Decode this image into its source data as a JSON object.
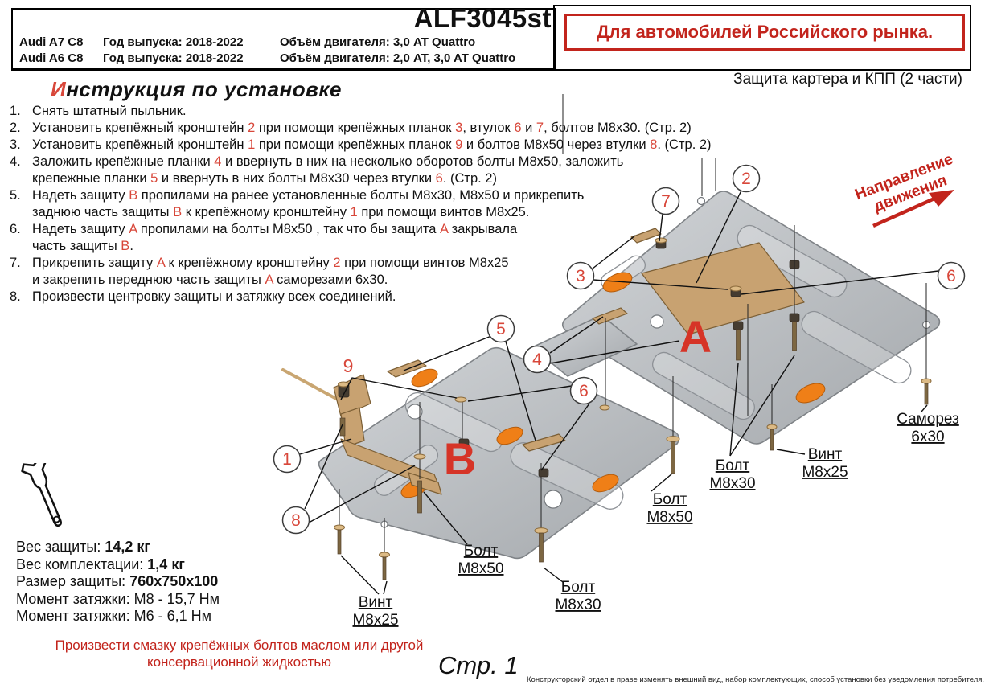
{
  "colors": {
    "accent": "#c2241c",
    "softred": "#d8473a",
    "plate": "#b9bdc1",
    "bracket": "#c8a271",
    "orange": "#ef7f17"
  },
  "header": {
    "product_code": "ALF3045st",
    "market_notice": "Для автомобилей Российского рынка.",
    "product_title": "Защита картера и КПП (2 части)",
    "vehicles": [
      {
        "model": "Audi A7 C8",
        "year_label": "Год выпуска: 2018-2022",
        "engine_label": "Объём двигателя: 3,0 AT Quattro"
      },
      {
        "model": "Audi A6 C8",
        "year_label": "Год выпуска: 2018-2022",
        "engine_label": "Объём двигателя: 2,0 AT, 3,0 AT Quattro"
      }
    ]
  },
  "instructions": {
    "title_first_letter": "И",
    "title_rest": "нструкция по установке",
    "items": [
      {
        "num": "1.",
        "lines": [
          [
            {
              "t": "Снять штатный пыльник."
            }
          ]
        ]
      },
      {
        "num": "2.",
        "lines": [
          [
            {
              "t": "Установить крепёжный кронштейн "
            },
            {
              "t": "2",
              "r": 1
            },
            {
              "t": " при помощи крепёжных планок "
            },
            {
              "t": "3",
              "r": 1
            },
            {
              "t": ", втулок "
            },
            {
              "t": "6",
              "r": 1
            },
            {
              "t": " и "
            },
            {
              "t": "7",
              "r": 1
            },
            {
              "t": ", болтов М8х30. (Стр. 2)"
            }
          ]
        ]
      },
      {
        "num": "3.",
        "lines": [
          [
            {
              "t": "Установить крепёжный кронштейн "
            },
            {
              "t": "1",
              "r": 1
            },
            {
              "t": " при помощи крепёжных планок "
            },
            {
              "t": "9",
              "r": 1
            },
            {
              "t": " и болтов М8х50 через втулки "
            },
            {
              "t": "8",
              "r": 1
            },
            {
              "t": ". (Стр. 2)"
            }
          ]
        ]
      },
      {
        "num": "4.",
        "lines": [
          [
            {
              "t": "Заложить крепёжные планки "
            },
            {
              "t": "4",
              "r": 1
            },
            {
              "t": " и ввернуть в них на несколько оборотов болты М8х50, заложить"
            }
          ],
          [
            {
              "t": "крепежные планки "
            },
            {
              "t": "5",
              "r": 1
            },
            {
              "t": " и ввернуть в них болты М8х30 через втулки "
            },
            {
              "t": "6",
              "r": 1
            },
            {
              "t": ". (Стр. 2)"
            }
          ]
        ]
      },
      {
        "num": "5.",
        "lines": [
          [
            {
              "t": "Надеть защиту "
            },
            {
              "t": "B",
              "r": 1
            },
            {
              "t": " пропилами на ранее установленные болты М8х30, М8х50 и прикрепить"
            }
          ],
          [
            {
              "t": "заднюю часть защиты "
            },
            {
              "t": "B",
              "r": 1
            },
            {
              "t": " к крепёжному кронштейну "
            },
            {
              "t": "1",
              "r": 1
            },
            {
              "t": " при помощи винтов М8х25."
            }
          ]
        ]
      },
      {
        "num": "6.",
        "lines": [
          [
            {
              "t": "Надеть защиту "
            },
            {
              "t": "A",
              "r": 1
            },
            {
              "t": " пропилами на болты М8х50 , так что бы защита "
            },
            {
              "t": "A",
              "r": 1
            },
            {
              "t": " закрывала"
            }
          ],
          [
            {
              "t": "часть защиты "
            },
            {
              "t": "B",
              "r": 1
            },
            {
              "t": "."
            }
          ]
        ]
      },
      {
        "num": "7.",
        "lines": [
          [
            {
              "t": "Прикрепить защиту "
            },
            {
              "t": "A",
              "r": 1
            },
            {
              "t": " к крепёжному кронштейну "
            },
            {
              "t": "2",
              "r": 1
            },
            {
              "t": " при помощи винтов М8х25"
            }
          ],
          [
            {
              "t": "и закрепить переднюю часть защиты "
            },
            {
              "t": "A",
              "r": 1
            },
            {
              "t": " саморезами 6х30."
            }
          ]
        ]
      },
      {
        "num": "8.",
        "lines": [
          [
            {
              "t": "Произвести центровку защиты и затяжку всех соединений."
            }
          ]
        ]
      }
    ]
  },
  "diagram": {
    "direction": {
      "line1": "Направление",
      "line2": "движения"
    },
    "part_labels": {
      "a": "A",
      "b": "B"
    },
    "callouts": {
      "c1": "1",
      "c2": "2",
      "c3": "3",
      "c4": "4",
      "c5": "5",
      "c6": "6",
      "c7": "7",
      "c8": "8",
      "c9": "9"
    },
    "fasteners": {
      "bolt_m8x50_right": {
        "l1": "Болт",
        "l2": "М8х50"
      },
      "bolt_m8x30_right": {
        "l1": "Болт",
        "l2": "М8х30"
      },
      "vint_m8x25_right": {
        "l1": "Винт",
        "l2": "М8х25"
      },
      "samorez_6x30": {
        "l1": "Саморез",
        "l2": "6х30"
      },
      "bolt_m8x50_center": {
        "l1": "Болт",
        "l2": "М8х50"
      },
      "vint_m8x25_left": {
        "l1": "Винт",
        "l2": "М8х25"
      },
      "bolt_m8x30_bottom": {
        "l1": "Болт",
        "l2": "М8х30"
      }
    }
  },
  "specs": {
    "rows": [
      {
        "segments": [
          {
            "t": "Вес защиты: "
          },
          {
            "t": "14,2 кг",
            "b": 1
          }
        ]
      },
      {
        "segments": [
          {
            "t": "Вес комплектации: "
          },
          {
            "t": "1,4 кг",
            "b": 1
          }
        ]
      },
      {
        "segments": [
          {
            "t": "Размер защиты: "
          },
          {
            "t": "760х750х100",
            "b": 1
          }
        ]
      },
      {
        "segments": [
          {
            "t": "Момент затяжки:  М8 - 15,7 Нм"
          }
        ]
      },
      {
        "segments": [
          {
            "t": "Момент затяжки:  М6 - 6,1 Нм"
          }
        ]
      }
    ]
  },
  "lubrication_note": {
    "line1": "Произвести смазку крепёжных болтов маслом или другой",
    "line2": "консервационной жидкостью"
  },
  "page": {
    "label": "Стр. 1"
  },
  "footer": {
    "disclaimer": "Конструкторский отдел в праве изменять внешний вид, набор комплектующих, способ установки без уведомления потребителя."
  }
}
